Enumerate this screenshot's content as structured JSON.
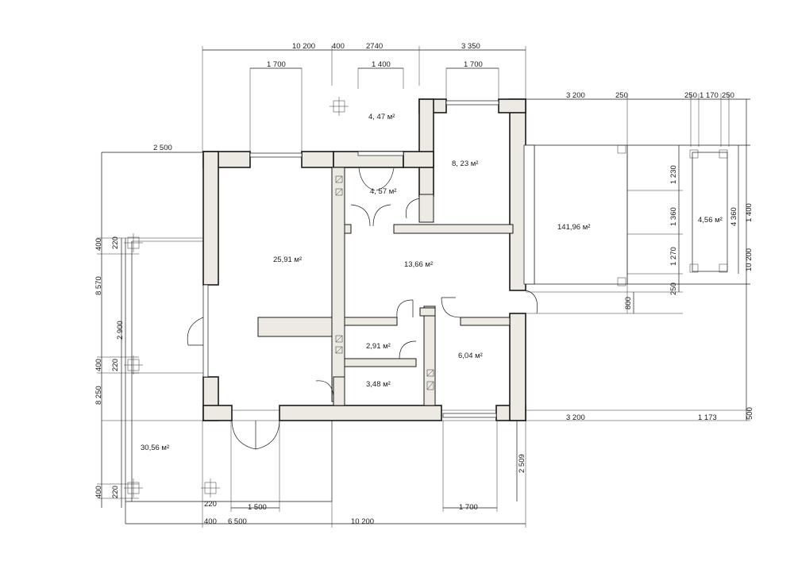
{
  "rooms": {
    "living": "25,91 м²",
    "hall": "13,66 м²",
    "room_ne": "8, 23 м²",
    "vestibule": "4, 57 м²",
    "porch_top": "4, 47 м²",
    "wc": "2,91 м²",
    "bath": "3,48 м²",
    "room_se": "6,04 м²",
    "terrace_left": "30,56 м²",
    "terrace_right": "141,96 м²",
    "pergola": "4,56 м²"
  },
  "dims": {
    "top_10200": "10 200",
    "top_400": "400",
    "top_2740": "2740",
    "top_3350": "3 350",
    "top_1700a": "1 700",
    "top_1400": "1 400",
    "top_1700b": "1 700",
    "left_2500": "2 500",
    "right_3200_top": "3 200",
    "right_250_top": "250",
    "right_250a": "250",
    "right_1170": "1 170",
    "right_250b": "250",
    "right_1230": "1 230",
    "right_1360": "1 360",
    "right_1270": "1 270",
    "right_4360": "4 360",
    "right_1400": "1 400",
    "right_10200": "10 200",
    "right_250_mid": "250",
    "right_800": "800",
    "right_3200_bot": "3 200",
    "right_1173": "1 173",
    "right_500": "500",
    "left_400a": "400",
    "left_220a": "220",
    "left_8570": "8 570",
    "left_2900": "2 900",
    "left_400b": "400",
    "left_220b": "220",
    "left_8250": "8 250",
    "left_400c": "400",
    "left_220c": "220",
    "bot_220": "220",
    "bot_1500": "1 500",
    "bot_1700": "1 700",
    "bot_400": "400",
    "bot_6500": "6 500",
    "bot_10200": "10 200",
    "side_2509": "2 509"
  }
}
